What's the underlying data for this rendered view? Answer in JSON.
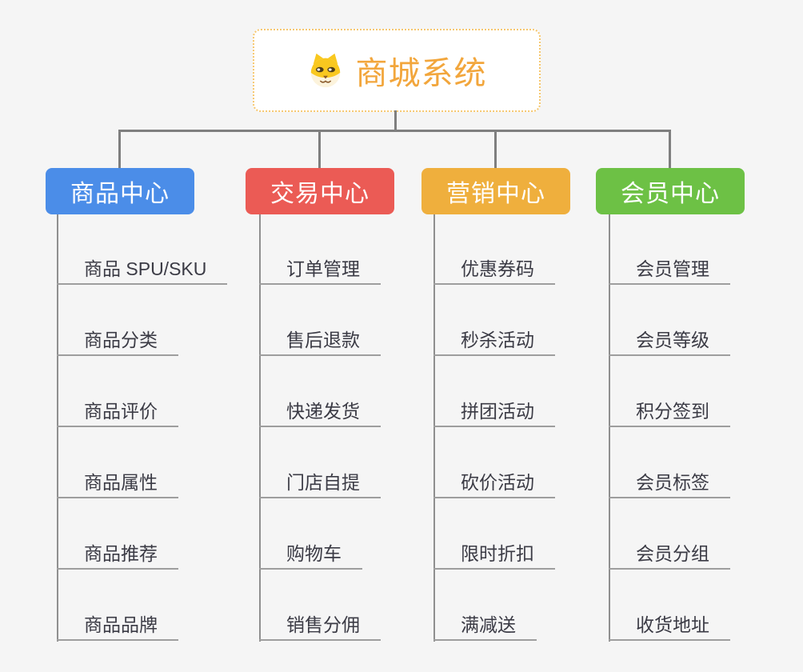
{
  "page": {
    "background": "#F5F5F5",
    "connector_color": "#7F7F7F",
    "leaf_text_color": "#3B3B45",
    "leaf_line_color": "#9E9E9E"
  },
  "root": {
    "title": "商城系统",
    "icon": "shiba-dog-icon",
    "title_color": "#F2A63C",
    "border_color": "#F6C76F",
    "background": "#FFFFFF"
  },
  "branches": [
    {
      "label": "商品中心",
      "color": "#4B8DE8",
      "children": [
        "商品 SPU/SKU",
        "商品分类",
        "商品评价",
        "商品属性",
        "商品推荐",
        "商品品牌"
      ]
    },
    {
      "label": "交易中心",
      "color": "#EB5B55",
      "children": [
        "订单管理",
        "售后退款",
        "快递发货",
        "门店自提",
        "购物车",
        "销售分佣"
      ]
    },
    {
      "label": "营销中心",
      "color": "#EFAF3D",
      "children": [
        "优惠券码",
        "秒杀活动",
        "拼团活动",
        "砍价活动",
        "限时折扣",
        "满减送"
      ]
    },
    {
      "label": "会员中心",
      "color": "#6DC145",
      "children": [
        "会员管理",
        "会员等级",
        "积分签到",
        "会员标签",
        "会员分组",
        "收货地址"
      ]
    }
  ]
}
